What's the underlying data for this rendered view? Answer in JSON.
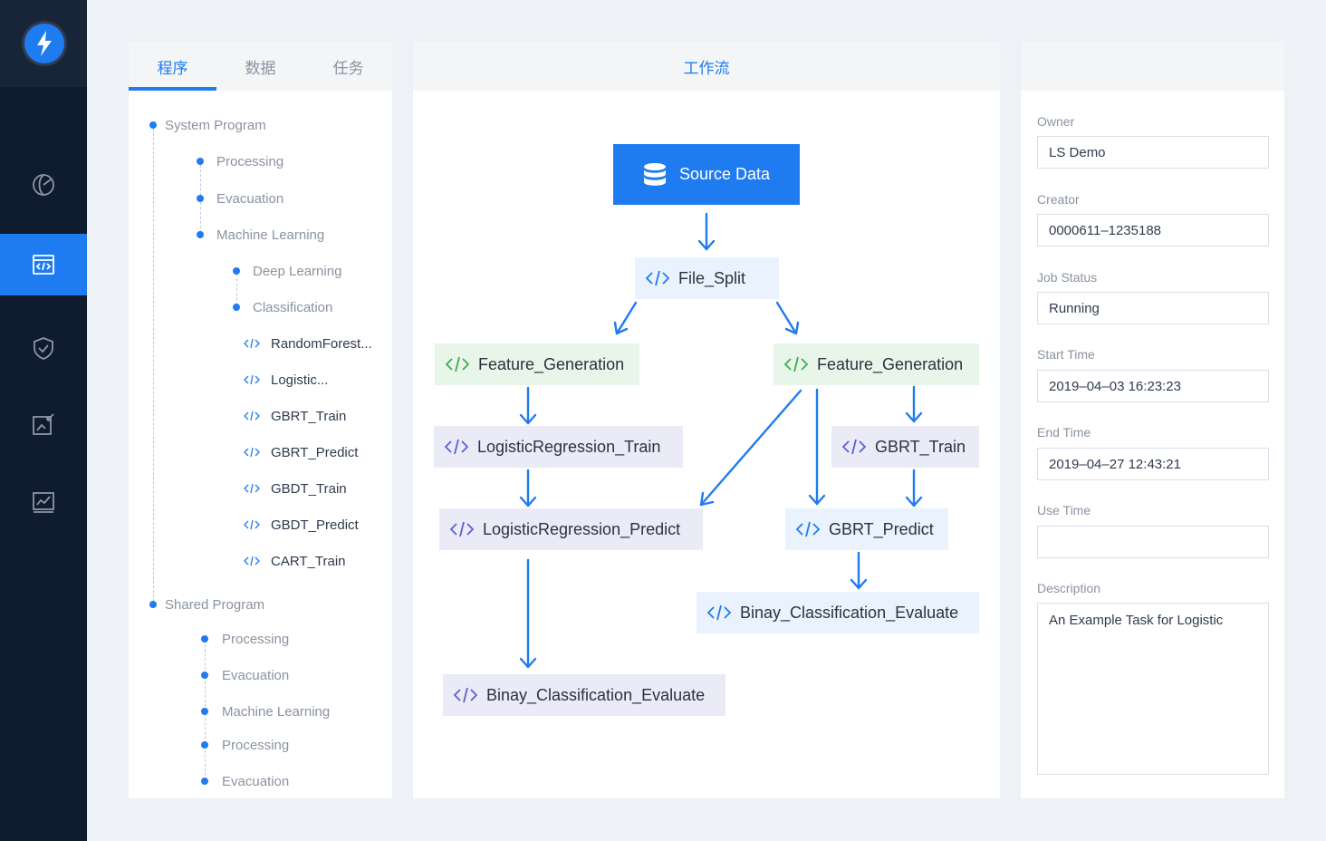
{
  "tabs": [
    {
      "label": "程序",
      "active": true
    },
    {
      "label": "数据",
      "active": false
    },
    {
      "label": "任务",
      "active": false
    }
  ],
  "workflow_title": "工作流",
  "tree": {
    "system_program": "System Program",
    "system_children": [
      "Processing",
      "Evacuation",
      "Machine Learning"
    ],
    "ml_children": [
      "Deep Learning",
      "Classification"
    ],
    "classification_children": [
      "RandomForest...",
      "Logistic...",
      "GBRT_Train",
      "GBRT_Predict",
      "GBDT_Train",
      "GBDT_Predict",
      "CART_Train"
    ],
    "shared_program": "Shared Program",
    "shared_children": [
      "Processing",
      "Evacuation",
      "Machine Learning",
      "Processing",
      "Evacuation"
    ]
  },
  "workflow": {
    "source": "Source Data",
    "file_split": "File_Split",
    "feature_gen_left": "Feature_Generation",
    "feature_gen_right": "Feature_Generation",
    "lr_train": "LogisticRegression_Train",
    "gbrt_train": "GBRT_Train",
    "lr_predict": "LogisticRegression_Predict",
    "gbrt_predict": "GBRT_Predict",
    "eval_right": "Binay_Classification_Evaluate",
    "eval_left": "Binay_Classification_Evaluate"
  },
  "props": {
    "owner_label": "Owner",
    "owner": "LS Demo",
    "creator_label": "Creator",
    "creator": "0000611–1235188",
    "status_label": "Job Status",
    "status": "Running",
    "start_label": "Start Time",
    "start": "2019–04–03 16:23:23",
    "end_label": "End Time",
    "end": "2019–04–27 12:43:21",
    "use_label": "Use Time",
    "use": "",
    "desc_label": "Description",
    "desc": "An Example Task for Logistic"
  },
  "colors": {
    "accent": "#1f7bf0",
    "nav_bg": "#0f1b2e",
    "code_green": "#3cae4e",
    "code_purple": "#5b5fd6",
    "code_blue": "#1f7bf0"
  },
  "icons": [
    "lightning-logo-icon",
    "dashboard-icon",
    "code-window-icon",
    "shield-check-icon",
    "edit-image-icon",
    "chart-icon",
    "database-icon",
    "code-icon"
  ]
}
